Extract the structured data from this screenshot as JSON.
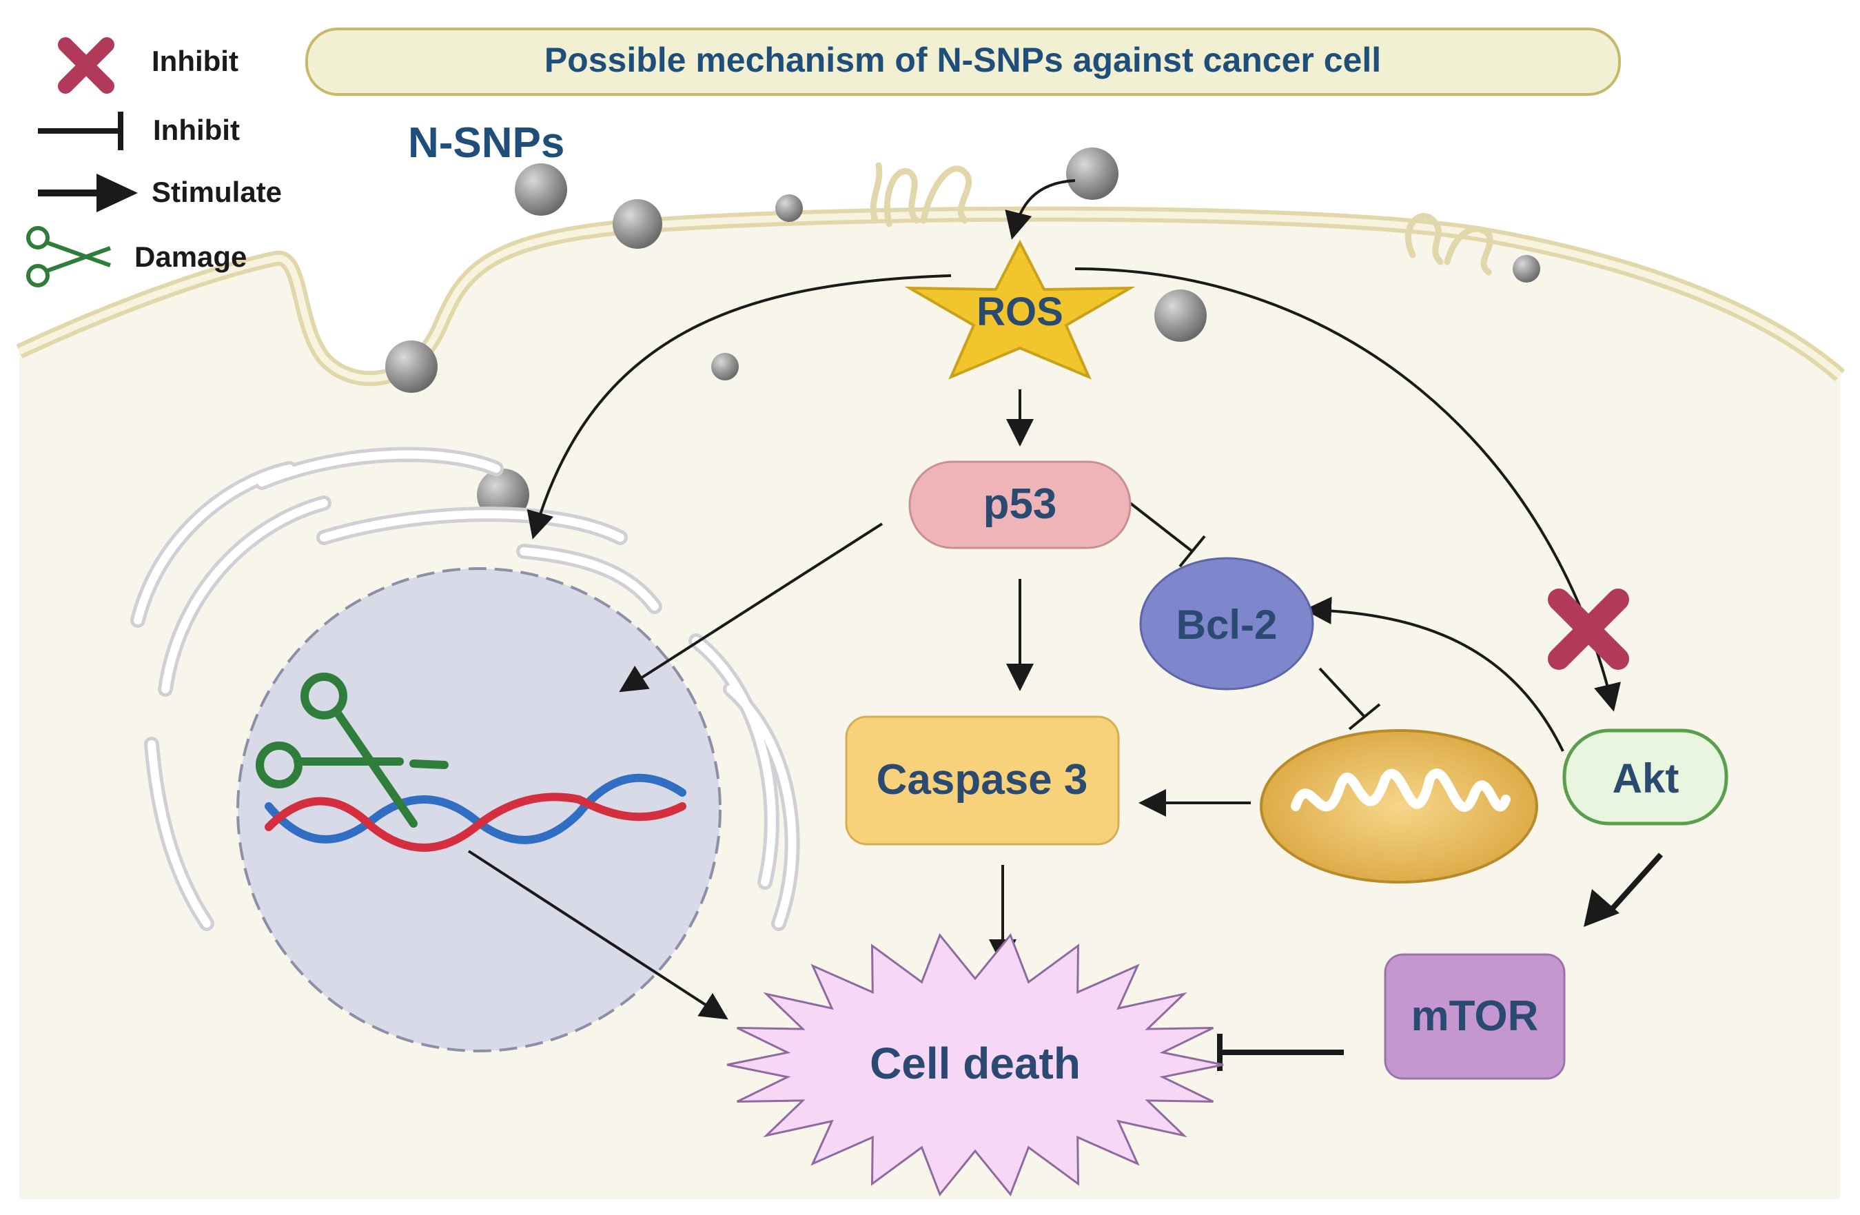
{
  "title": "Possible mechanism of N-SNPs against cancer cell",
  "legend": [
    {
      "icon": "x-mark-icon",
      "label": "Inhibit"
    },
    {
      "icon": "t-bar-icon",
      "label": "Inhibit"
    },
    {
      "icon": "arrow-icon",
      "label": "Stimulate"
    },
    {
      "icon": "scissors-icon",
      "label": "Damage"
    }
  ],
  "particles_label": "N-SNPs",
  "nodes": {
    "ros": "ROS",
    "p53": "p53",
    "bcl2": "Bcl-2",
    "caspase3": "Caspase 3",
    "akt": "Akt",
    "mtor": "mTOR",
    "cell_death": "Cell death"
  },
  "colors": {
    "title_text": "#1e4e79",
    "node_text": "#2a4a72",
    "cytoplasm": "#f8f6ea",
    "membrane": "#ece3c4",
    "ros_star": "#f3c52c",
    "p53_fill": "#eeb4b8",
    "bcl2_fill": "#7e86cc",
    "caspase_fill": "#f7d27a",
    "akt_fill": "#e9f6df",
    "akt_border": "#5b9e4e",
    "mtor_fill": "#c497d0",
    "cell_death_fill": "#f6d8f6",
    "nucleus_fill": "#d9dae8",
    "inhibit_x": "#b13a5a",
    "damage_green": "#2e7d3a",
    "dna_red": "#d32f3f",
    "dna_blue": "#2f6ec3"
  }
}
